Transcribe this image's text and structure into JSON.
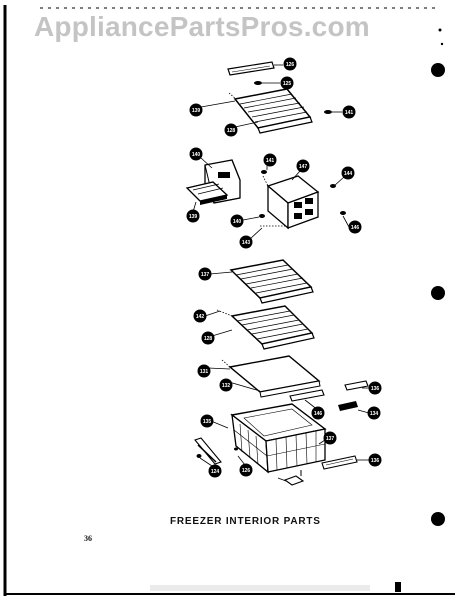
{
  "watermark": "AppliancePartsPros.com",
  "caption": "FREEZER INTERIOR PARTS",
  "page_number": "36",
  "callouts": [
    "126",
    "125",
    "139",
    "128",
    "141",
    "140",
    "141",
    "147",
    "144",
    "139",
    "140",
    "143",
    "146",
    "137",
    "142",
    "128",
    "131",
    "132",
    "146",
    "136",
    "134",
    "135",
    "137",
    "126",
    "124",
    "136"
  ]
}
